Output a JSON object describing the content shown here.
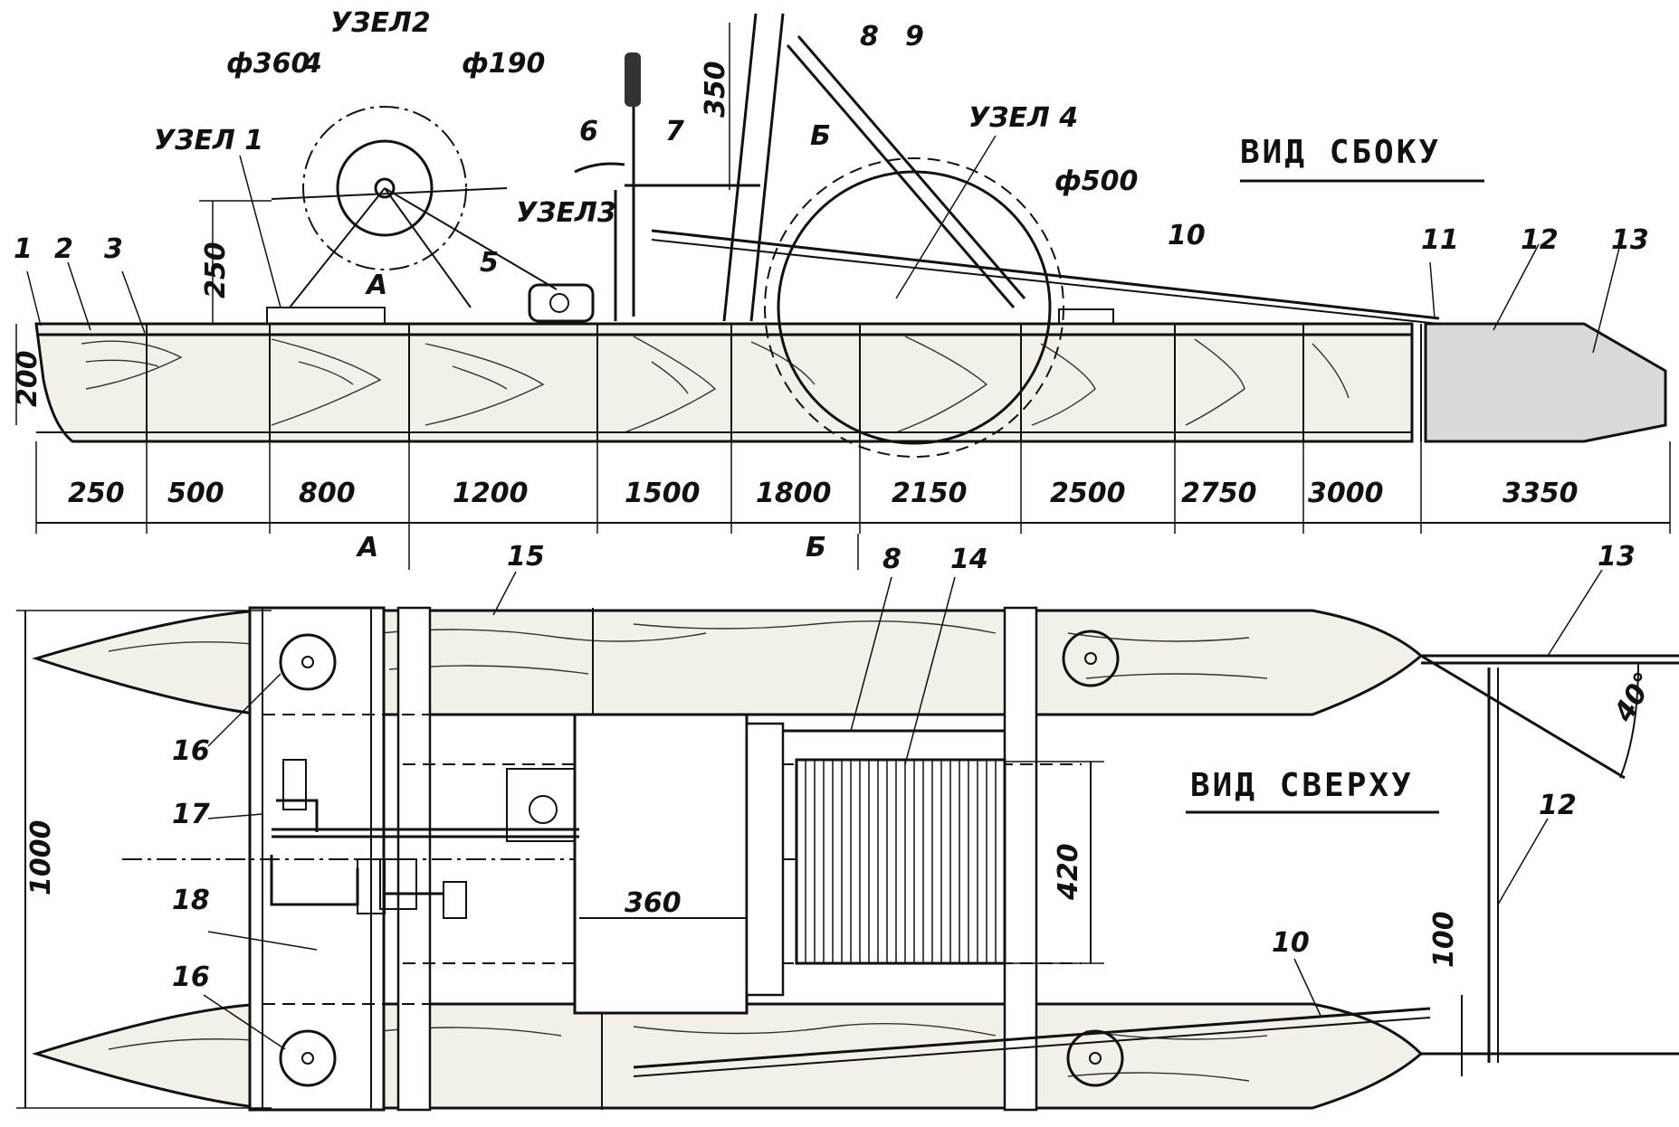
{
  "side_view": {
    "title": "ВИД СБОКУ",
    "labels": {
      "n1": "1",
      "n2": "2",
      "n3": "3",
      "n4": "4",
      "n5": "5",
      "n6": "6",
      "n7": "7",
      "n8": "8",
      "n9": "9",
      "n10": "10",
      "n11": "11",
      "n12": "12",
      "n13": "13"
    },
    "nodes": {
      "node1": "УЗЕЛ 1",
      "node2": "УЗЕЛ2",
      "node3": "УЗЕЛ3",
      "node4": "УЗЕЛ 4"
    },
    "diameters": {
      "d360": "ф360",
      "d190": "ф190",
      "d500": "ф500"
    },
    "heights": {
      "h250": "250",
      "h200": "200",
      "h350": "350"
    },
    "sections": {
      "a": "А",
      "b": "Б"
    },
    "stations": [
      "250",
      "500",
      "800",
      "1200",
      "1500",
      "1800",
      "2150",
      "2500",
      "2750",
      "3000",
      "3350"
    ]
  },
  "top_view": {
    "title": "ВИД СВЕРХУ",
    "labels": {
      "n8": "8",
      "n10": "10",
      "n12": "12",
      "n13": "13",
      "n14": "14",
      "n15": "15",
      "n16a": "16",
      "n16b": "16",
      "n17": "17",
      "n18": "18"
    },
    "dims": {
      "w1000": "1000",
      "w420": "420",
      "w360": "360",
      "w100": "100",
      "angle": "40°"
    },
    "sections": {
      "a": "А",
      "b": "Б"
    }
  }
}
